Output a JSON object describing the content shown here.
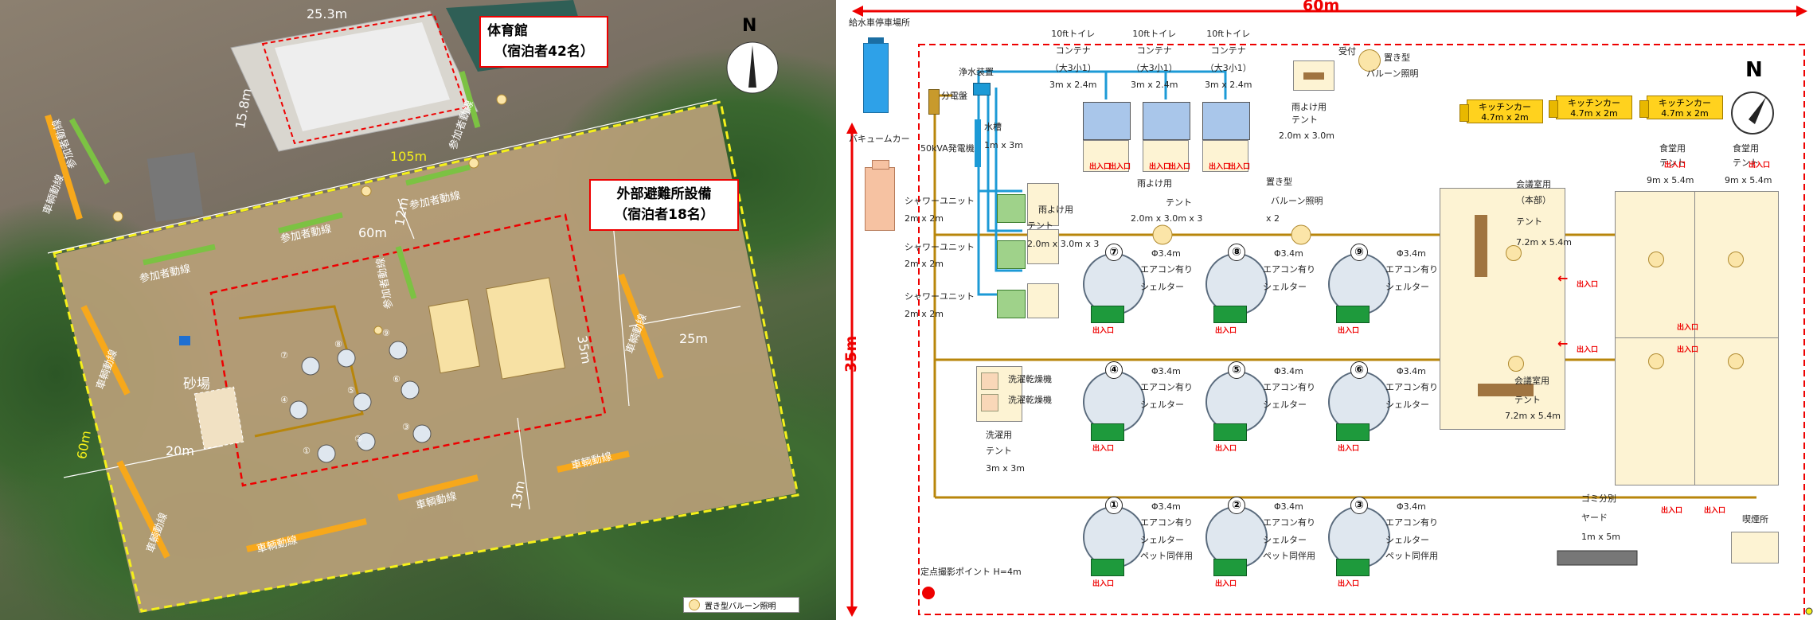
{
  "aerial": {
    "title_gym": "体育館",
    "gym_guests": "（宿泊者42名）",
    "title_external": "外部避難所設備",
    "external_guests": "（宿泊者18名）",
    "dim_25_3": "25.3m",
    "dim_15_8": "15.8m",
    "dim_105": "105m",
    "dim_60_top": "60m",
    "dim_12": "12m",
    "dim_35": "35m",
    "dim_25": "25m",
    "dim_20": "20m",
    "dim_13": "13m",
    "dim_60_left": "60m",
    "sand": "砂場",
    "participant_route": "参加者動線",
    "vehicle_route": "車輌動線",
    "north": "N",
    "legend": "置き型バルーン照明",
    "shelter_numbers": [
      "①",
      "②",
      "③",
      "④",
      "⑤",
      "⑥",
      "⑦",
      "⑧",
      "⑨"
    ]
  },
  "plan": {
    "water_truck": "給水車停車場所",
    "vacuum_car": "バキュームカー",
    "width_60": "60m",
    "height_35": "35m",
    "purifier": "浄水装置",
    "distribution_board": "分電盤",
    "water_tank": "水槽",
    "water_tank_size": "1m x 3m",
    "generator": "50kVA発電機",
    "toilets": [
      {
        "line1": "10ftトイレ",
        "line2": "コンテナ",
        "line3": "（大3小1）",
        "line4": "3m x 2.4m"
      },
      {
        "line1": "10ftトイレ",
        "line2": "コンテナ",
        "line3": "（大3小1）",
        "line4": "3m x 2.4m"
      },
      {
        "line1": "10ftトイレ",
        "line2": "コンテナ",
        "line3": "（大3小1）",
        "line4": "3m x 2.4m"
      }
    ],
    "reception": "受付",
    "rain_tent": "雨よけ用",
    "rain_tent_line2": "テント",
    "rain_tent_size": "2.0m x 3.0m",
    "balloon_light": "置き型",
    "balloon_light2": "バルーン照明",
    "rain_tent_b": "雨よけ用",
    "rain_tent_b2": "テント",
    "rain_tent_b_size": "2.0m x 3.0m x 3",
    "balloon_light_b": "置き型",
    "balloon_light_b2": "バルーン照明",
    "balloon_light_b3": "x 2",
    "rain_tent_c": "雨よけ用",
    "rain_tent_c2": "テント",
    "rain_tent_c_size": "2.0m x 3.0m x 3",
    "shower_units": [
      {
        "label": "シャワーユニット",
        "size": "2m x 2m"
      },
      {
        "label": "シャワーユニット",
        "size": "2m x 2m"
      },
      {
        "label": "シャワーユニット",
        "size": "2m x 2m"
      }
    ],
    "entrance": "出入口",
    "shelter_spec": "Φ3.4m",
    "shelter_ac": "エアコン有り",
    "shelter_word": "シェルター",
    "pet": "ペット同伴用",
    "shelter_numbers": [
      "①",
      "②",
      "③",
      "④",
      "⑤",
      "⑥",
      "⑦",
      "⑧",
      "⑨"
    ],
    "washer1": "洗濯乾燥機",
    "washer2": "洗濯乾燥機",
    "laundry": "洗濯用",
    "laundry2": "テント",
    "laundry_size": "3m x 3m",
    "kitchen": "キッチンカー",
    "kitchen_size": "4.7m x 2m",
    "meeting_hq": "会議室用",
    "meeting_hq2": "（本部）",
    "meeting_hq3": "テント",
    "meeting_hq_size": "7.2m x 5.4m",
    "meeting_b": "会議室用",
    "meeting_b2": "テント",
    "meeting_b_size": "7.2m x 5.4m",
    "dining_a": "食堂用",
    "dining_a2": "テント",
    "dining_a_size": "9m x 5.4m",
    "dining_b": "食堂用",
    "dining_b2": "テント",
    "dining_b_size": "9m x 5.4m",
    "garbage": "ゴミ分別",
    "garbage2": "ヤード",
    "garbage_size": "1m x 5m",
    "smoking": "喫煙所",
    "photo_point": "定点撮影ポイント H=4m",
    "north": "N"
  },
  "colors": {
    "route_vehicle": "#f7a81b",
    "route_participant": "#7cc243",
    "boundary_red": "#e00000",
    "boundary_yellow": "#f5f01a",
    "pipe": "#b8860b",
    "water_pipe": "#1c9ad6"
  }
}
